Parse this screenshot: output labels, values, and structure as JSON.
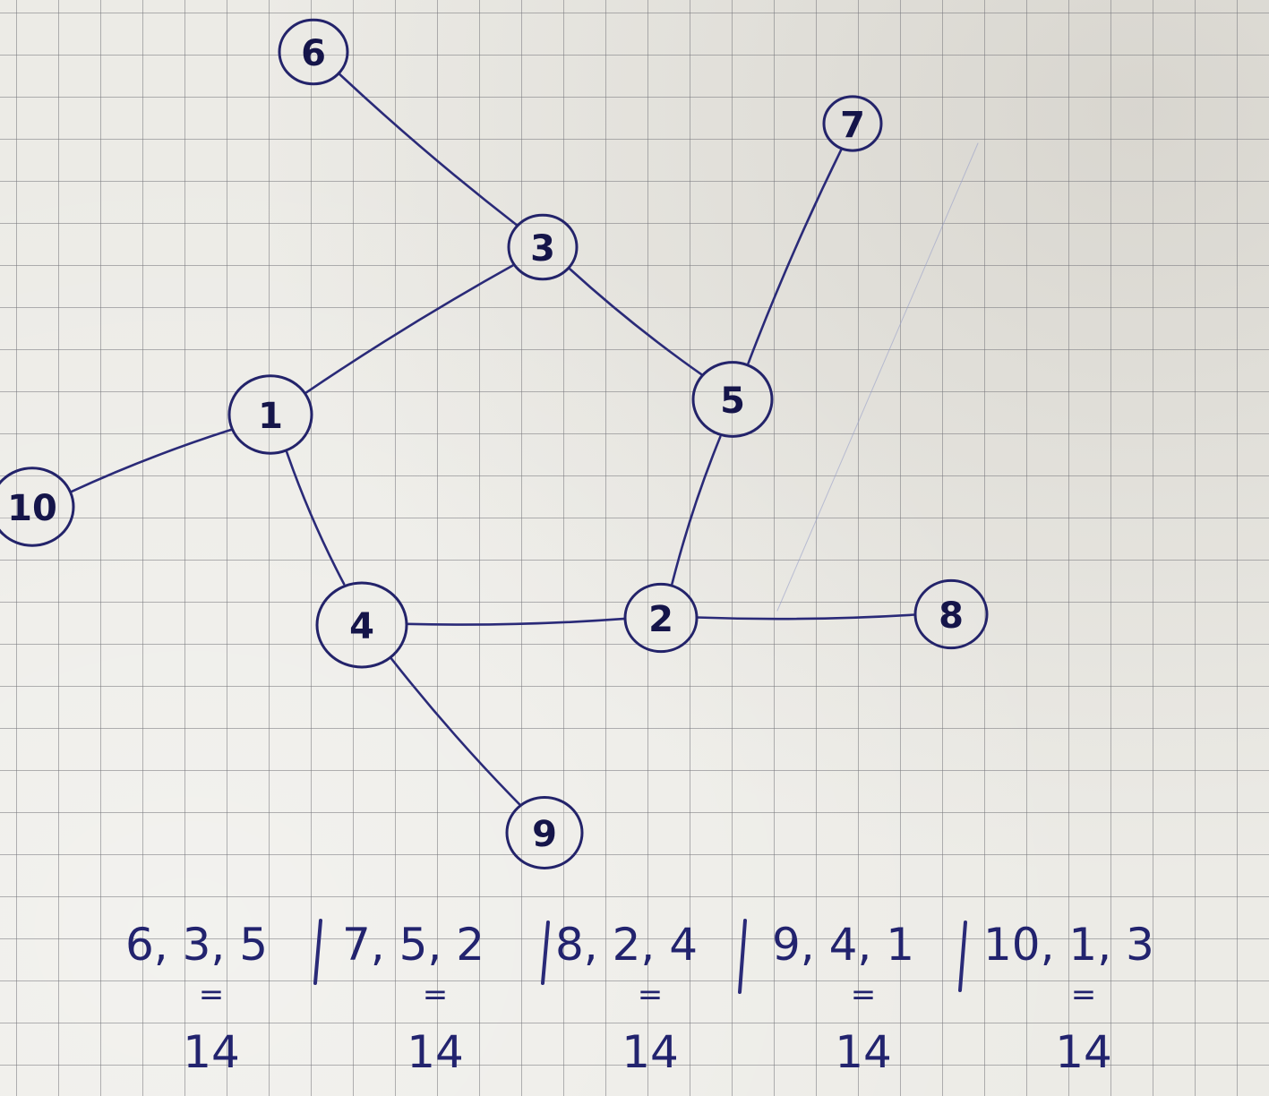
{
  "graph": {
    "nodes": [
      {
        "id": "6",
        "label": "6"
      },
      {
        "id": "7",
        "label": "7"
      },
      {
        "id": "3",
        "label": "3"
      },
      {
        "id": "5",
        "label": "5"
      },
      {
        "id": "1",
        "label": "1"
      },
      {
        "id": "10",
        "label": "10"
      },
      {
        "id": "4",
        "label": "4"
      },
      {
        "id": "2",
        "label": "2"
      },
      {
        "id": "8",
        "label": "8"
      },
      {
        "id": "9",
        "label": "9"
      }
    ],
    "edges": [
      [
        "6",
        "3"
      ],
      [
        "3",
        "1"
      ],
      [
        "3",
        "5"
      ],
      [
        "7",
        "5"
      ],
      [
        "5",
        "2"
      ],
      [
        "1",
        "10"
      ],
      [
        "1",
        "4"
      ],
      [
        "4",
        "2"
      ],
      [
        "2",
        "8"
      ],
      [
        "4",
        "9"
      ]
    ]
  },
  "sums": {
    "groups": [
      {
        "triple": "6, 3, 5",
        "eq": "=",
        "total": "14"
      },
      {
        "triple": "7, 5, 2",
        "eq": "=",
        "total": "14"
      },
      {
        "triple": "8, 2, 4",
        "eq": "=",
        "total": "14"
      },
      {
        "triple": "9, 4, 1",
        "eq": "=",
        "total": "14"
      },
      {
        "triple": "10, 1, 3",
        "eq": "=",
        "total": "14"
      }
    ]
  },
  "colors": {
    "ink": "#2a2a78",
    "paper": "#ecebe6",
    "grid": "#7c7c82"
  }
}
